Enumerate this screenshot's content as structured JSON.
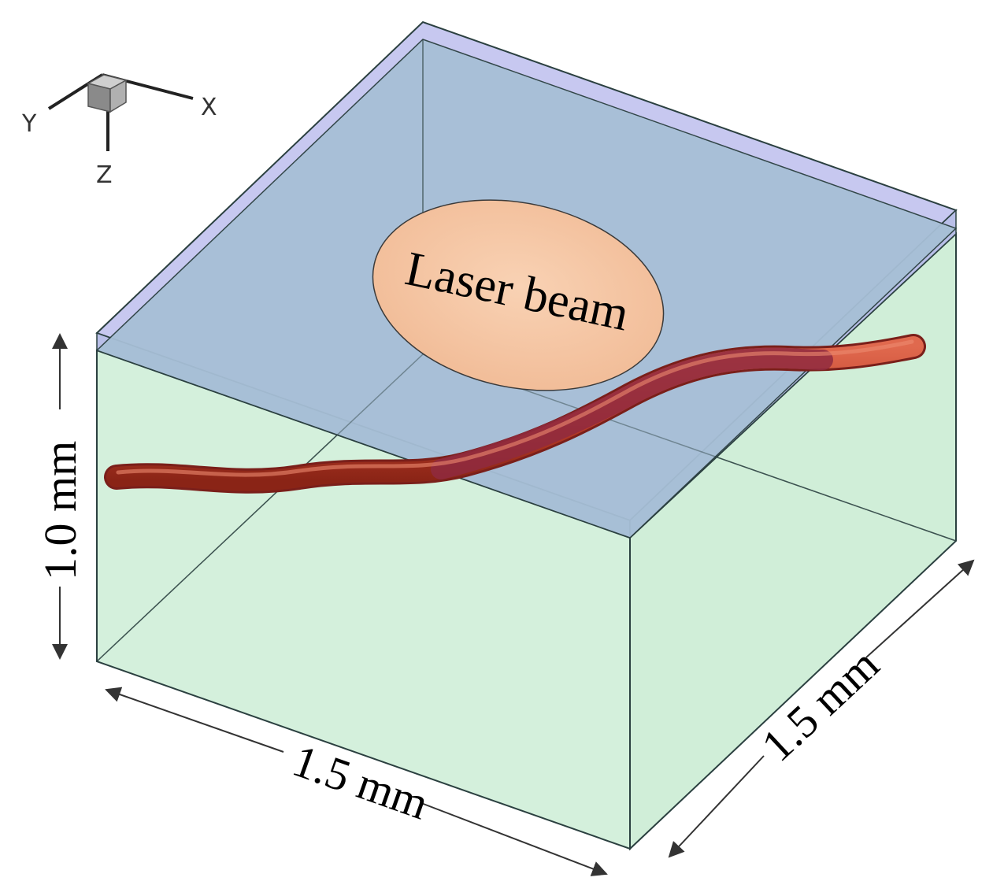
{
  "diagram": {
    "beam_label": "Laser beam",
    "dimensions": {
      "height": "1.0 mm",
      "length": "1.5 mm",
      "width": "1.5 mm"
    },
    "axes": {
      "x": "X",
      "y": "Y",
      "z": "Z"
    }
  },
  "colors": {
    "top_layer": "#9fb9d6",
    "top_edge": "#c7c8f0",
    "body": "#d4f0dc",
    "beam": "#f4c3a1",
    "tube": "#c2412c",
    "tube_under": "#8f2a40",
    "edge": "#2b4040",
    "arrow": "#333333"
  },
  "icons": [
    "orientation-cube-icon"
  ]
}
